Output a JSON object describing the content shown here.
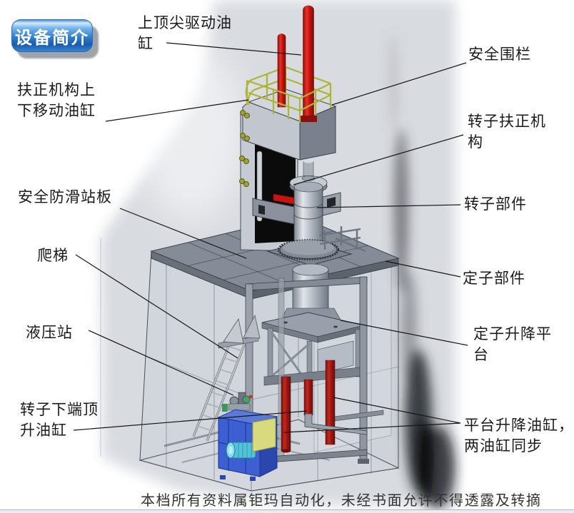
{
  "badge": {
    "text": "设备简介",
    "color_top": "#8ec3ee",
    "color_main": "#2e7cd0",
    "shadow_color": "#a8adb3"
  },
  "labels": [
    {
      "id": "top-spindle-cylinder",
      "text": "上顶尖驱动油缸"
    },
    {
      "id": "safety-fence",
      "text": "安全围栏"
    },
    {
      "id": "centering-move-cylinder",
      "text": "扶正机构上下移动油缸"
    },
    {
      "id": "rotor-centering-mechanism",
      "text": "转子扶正机构"
    },
    {
      "id": "anti-slip-platform",
      "text": "安全防滑站板"
    },
    {
      "id": "rotor-part",
      "text": "转子部件"
    },
    {
      "id": "ladder",
      "text": "爬梯"
    },
    {
      "id": "stator-part",
      "text": "定子部件"
    },
    {
      "id": "hydraulic-station",
      "text": "液压站"
    },
    {
      "id": "stator-lift-platform",
      "text": "定子升降平台"
    },
    {
      "id": "rotor-bottom-jack-cylinder",
      "text": "转子下端顶升油缸"
    },
    {
      "id": "platform-lift-cylinders",
      "text": "平台升降油缸，两油缸同步"
    }
  ],
  "footer": {
    "text": "本档所有资料属钜玛自动化，未经书面允许不得透露及转摘"
  },
  "illustration": {
    "colors": {
      "red_cylinder": "#c3150f",
      "yellow_railing": "#b0b434",
      "hydraulic_tank_blue": "#3c5fd2",
      "motor_cyan": "#54c3da",
      "yellow_plate": "#d9da7d",
      "machine_gray": "#c6cad2",
      "deck_gray": "#868c97",
      "leader_line": "#141414"
    }
  }
}
